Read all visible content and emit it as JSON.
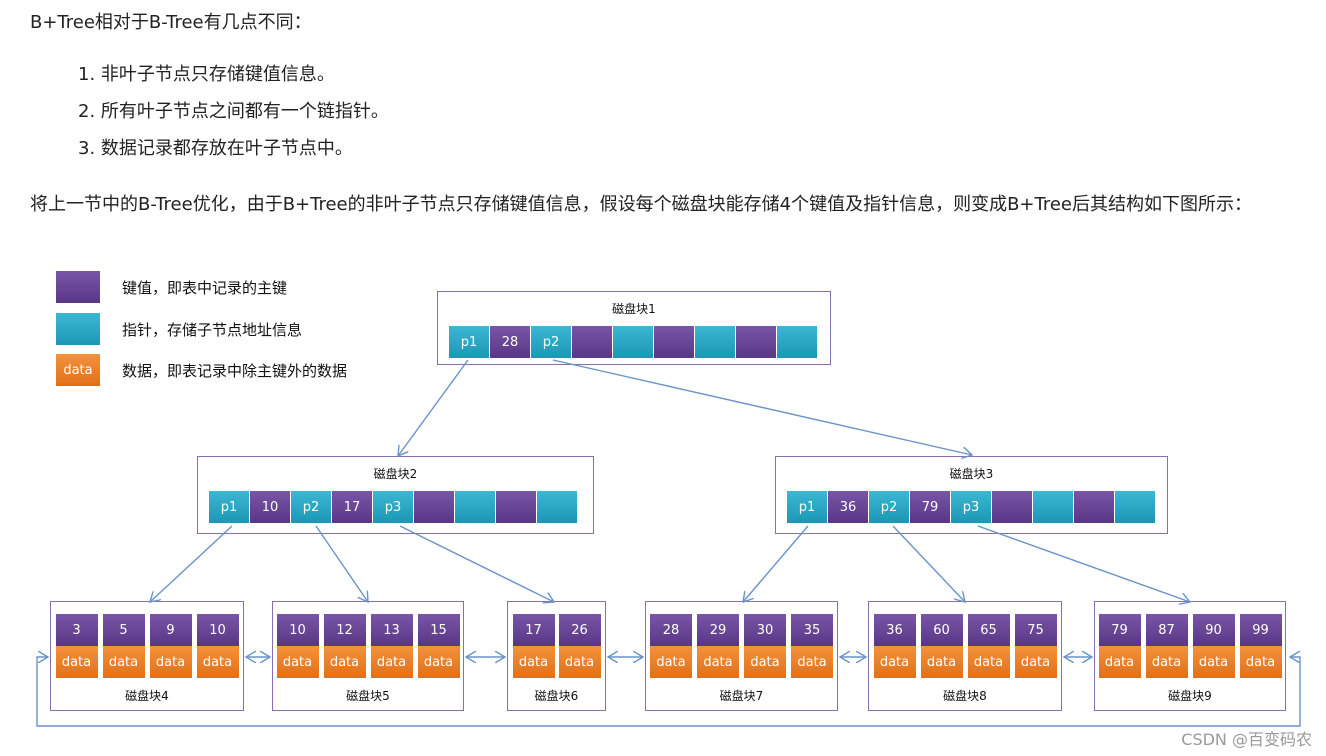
{
  "heading": "B+Tree相对于B-Tree有几点不同：",
  "list": [
    "1. 非叶子节点只存储键值信息。",
    "2. 所有叶子节点之间都有一个链指针。",
    "3. 数据记录都存放在叶子节点中。"
  ],
  "paragraph": "将上一节中的B-Tree优化，由于B+Tree的非叶子节点只存储键值信息，假设每个磁盘块能存储4个键值及指针信息，则变成B+Tree后其结构如下图所示：",
  "legend": {
    "key_label": "键值，即表中记录的主键",
    "pointer_label": "指针，存储子节点地址信息",
    "data_swatch": "data",
    "data_label": "数据，即表记录中除主键外的数据"
  },
  "colors": {
    "key": "#6a469a",
    "pointer": "#2aa8c6",
    "data": "#ec8028",
    "border": "#8a6fb0",
    "arrow": "#6a93c8"
  },
  "root": {
    "title": "磁盘块1",
    "cells": [
      {
        "t": "p",
        "v": "p1"
      },
      {
        "t": "k",
        "v": "28"
      },
      {
        "t": "p",
        "v": "p2"
      },
      {
        "t": "k",
        "v": ""
      },
      {
        "t": "p",
        "v": ""
      },
      {
        "t": "k",
        "v": ""
      },
      {
        "t": "p",
        "v": ""
      },
      {
        "t": "k",
        "v": ""
      },
      {
        "t": "p",
        "v": ""
      }
    ]
  },
  "internal": [
    {
      "title": "磁盘块2",
      "cells": [
        {
          "t": "p",
          "v": "p1"
        },
        {
          "t": "k",
          "v": "10"
        },
        {
          "t": "p",
          "v": "p2"
        },
        {
          "t": "k",
          "v": "17"
        },
        {
          "t": "p",
          "v": "p3"
        },
        {
          "t": "k",
          "v": ""
        },
        {
          "t": "p",
          "v": ""
        },
        {
          "t": "k",
          "v": ""
        },
        {
          "t": "p",
          "v": ""
        }
      ]
    },
    {
      "title": "磁盘块3",
      "cells": [
        {
          "t": "p",
          "v": "p1"
        },
        {
          "t": "k",
          "v": "36"
        },
        {
          "t": "p",
          "v": "p2"
        },
        {
          "t": "k",
          "v": "79"
        },
        {
          "t": "p",
          "v": "p3"
        },
        {
          "t": "k",
          "v": ""
        },
        {
          "t": "p",
          "v": ""
        },
        {
          "t": "k",
          "v": ""
        },
        {
          "t": "p",
          "v": ""
        }
      ]
    }
  ],
  "data_label": "data",
  "leaves": [
    {
      "title": "磁盘块4",
      "keys": [
        "3",
        "5",
        "9",
        "10"
      ]
    },
    {
      "title": "磁盘块5",
      "keys": [
        "10",
        "12",
        "13",
        "15"
      ]
    },
    {
      "title": "磁盘块6",
      "keys": [
        "17",
        "26"
      ]
    },
    {
      "title": "磁盘块7",
      "keys": [
        "28",
        "29",
        "30",
        "35"
      ]
    },
    {
      "title": "磁盘块8",
      "keys": [
        "36",
        "60",
        "65",
        "75"
      ]
    },
    {
      "title": "磁盘块9",
      "keys": [
        "79",
        "87",
        "90",
        "99"
      ]
    }
  ],
  "watermark": "CSDN @百变码农"
}
